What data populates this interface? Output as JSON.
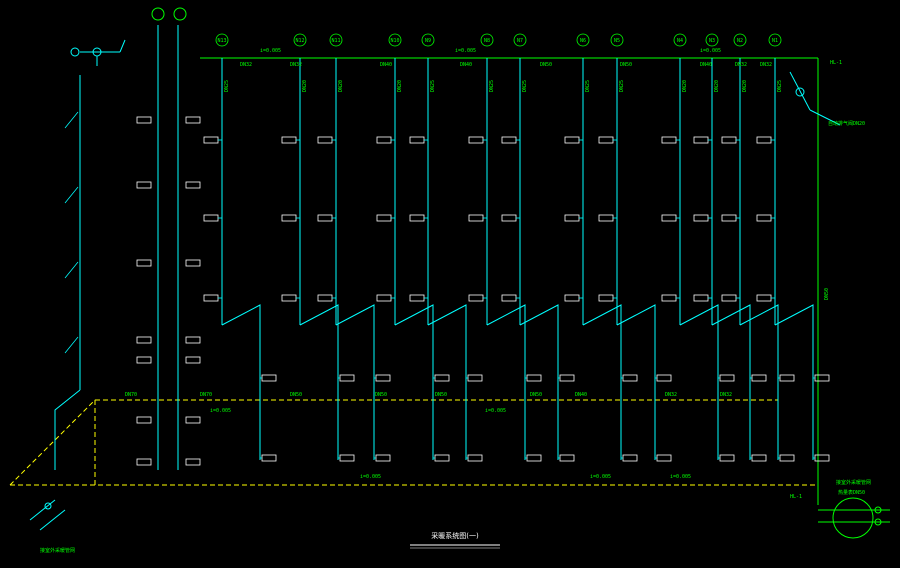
{
  "drawing": {
    "title": "采暖系统图(一)",
    "colors": {
      "background": "#000000",
      "supply_pipe": "#00ff00",
      "riser": "#00ffff",
      "return_pipe": "#ffff00",
      "labels": "#00ff00",
      "radiator": "#ffffff"
    }
  },
  "risers_top": [
    "r1",
    "r2"
  ],
  "riser_tags": [
    "N13",
    "N12",
    "N11",
    "N10",
    "N9",
    "N8",
    "N7",
    "N6",
    "N5",
    "N4",
    "N3",
    "N2",
    "N1"
  ],
  "supply_main": {
    "slopes": [
      "i=0.005",
      "i=0.005",
      "i=0.005"
    ],
    "sizes": [
      "DN32",
      "DN32",
      "DN40",
      "DN40",
      "DN50",
      "DN50",
      "DN40",
      "DN32",
      "DN32"
    ]
  },
  "return_main": {
    "slopes": [
      "i=0.005",
      "i=0.005",
      "i=0.005",
      "i=0.005",
      "i=0.005"
    ],
    "sizes": [
      "DN70",
      "DN50",
      "DN50",
      "DN50",
      "DN50",
      "DN40",
      "DN32",
      "DN70",
      "DN32"
    ]
  },
  "riser_sizes": [
    "DN25",
    "DN20",
    "DN20",
    "DN20",
    "DN25",
    "DN25",
    "DN25",
    "DN25",
    "DN25",
    "DN20",
    "DN20",
    "DN20",
    "DN25"
  ],
  "annotations": {
    "top_right_tag": "HL-1",
    "bottom_right_tag": "HL-1",
    "bottom_right_note": "接室外采暖管网",
    "bottom_left_note": "接室外采暖管网",
    "top_right_note": "自动排气阀DN20",
    "right_riser_label": "DN50",
    "meter_label": "热量表DN50"
  }
}
